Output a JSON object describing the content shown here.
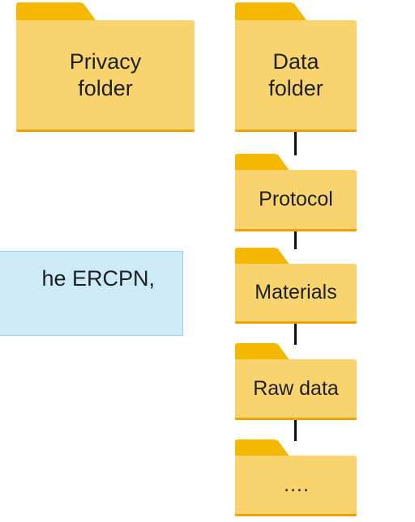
{
  "folders": {
    "privacy": {
      "line1": "Privacy",
      "line2": "folder"
    },
    "data": {
      "line1": "Data",
      "line2": "folder"
    },
    "children": [
      {
        "label": "Protocol"
      },
      {
        "label": "Materials"
      },
      {
        "label": "Raw data"
      },
      {
        "label": "…."
      }
    ]
  },
  "callout": {
    "text": "he ERCPN,"
  },
  "colors": {
    "folder_tab": "#f5b800",
    "folder_body": "#f9d46e",
    "folder_edge": "#e9a400",
    "connector": "#111111",
    "callout_fill": "#cdeaf6",
    "callout_border": "#9dd0ea"
  }
}
